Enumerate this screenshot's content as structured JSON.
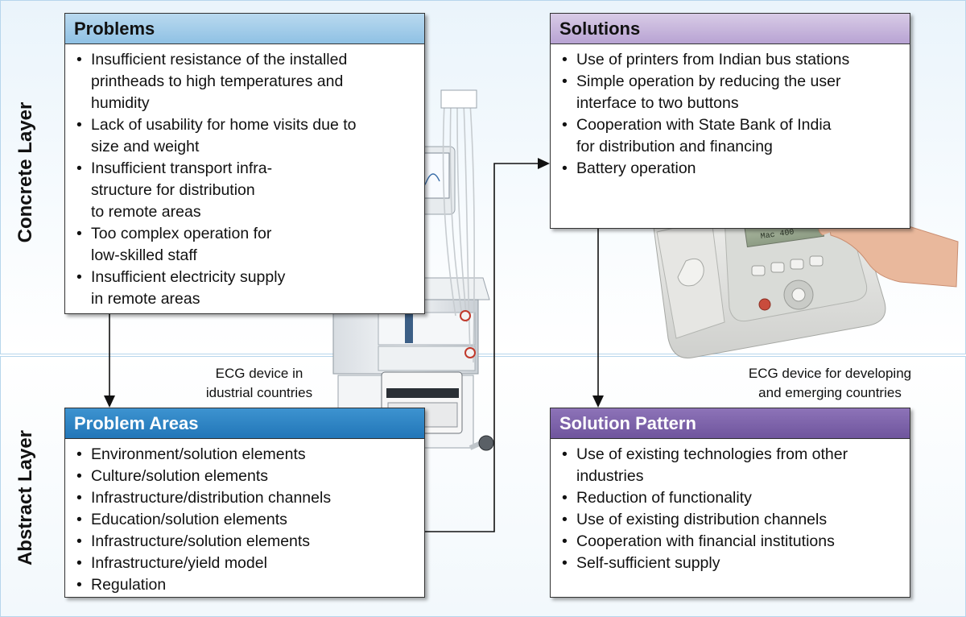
{
  "layers": {
    "concrete": "Concrete Layer",
    "abstract": "Abstract Layer"
  },
  "problems": {
    "title": "Problems",
    "items": [
      "Insufficient resistance of the installed\nprintheads to high temperatures and\nhumidity",
      "Lack of usability for home visits due to\nsize and weight",
      "Insufficient transport infra-\nstructure for distribution\nto remote areas",
      "Too complex operation for\nlow-skilled staff",
      "Insufficient electricity supply\nin remote areas"
    ]
  },
  "solutions": {
    "title": "Solutions",
    "items": [
      "Use of printers from Indian bus stations",
      "Simple operation by reducing the user\ninterface to two buttons",
      "Cooperation with State Bank of India\nfor distribution and financing",
      "Battery operation"
    ]
  },
  "problem_areas": {
    "title": "Problem Areas",
    "items": [
      "Environment/solution elements",
      "Culture/solution elements",
      "Infrastructure/distribution channels",
      "Education/solution elements",
      "Infrastructure/solution elements",
      "Infrastructure/yield model",
      "Regulation"
    ]
  },
  "solution_pattern": {
    "title": "Solution Pattern",
    "items": [
      "Use of existing technologies from other\nindustries",
      "Reduction of functionality",
      "Use of existing distribution channels",
      "Cooperation with financial institutions",
      "Self-sufficient supply"
    ]
  },
  "captions": {
    "industrial": "ECG device in\nidustrial countries",
    "developing": "ECG device for developing\nand emerging countries"
  },
  "device_screen_text": "Mac 400"
}
